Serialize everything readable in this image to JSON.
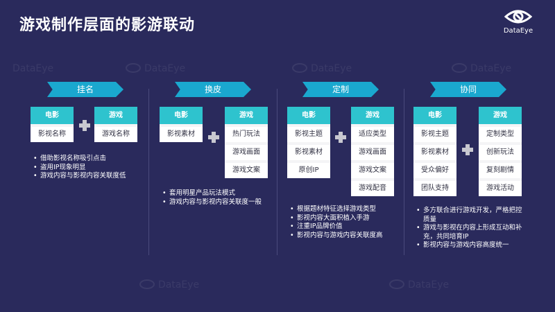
{
  "title": "游戏制作层面的影游联动",
  "brand": {
    "name": "DataEye"
  },
  "watermark": "DataEye",
  "columns": [
    {
      "label": "挂名",
      "left_box": {
        "header": "电影",
        "items": [
          "影视名称"
        ]
      },
      "right_box": {
        "header": "游戏",
        "items": [
          "游戏名称"
        ]
      },
      "bullets": [
        "借助影视名称吸引点击",
        "盗用IP现象明显",
        "游戏内容与影视内容关联度低"
      ]
    },
    {
      "label": "换皮",
      "left_box": {
        "header": "电影",
        "items": [
          "影视素材"
        ]
      },
      "right_box": {
        "header": "游戏",
        "items": [
          "热门玩法",
          "游戏画面",
          "游戏文案"
        ]
      },
      "bullets": [
        "套用明星产品玩法模式",
        "游戏内容与影视内容关联度一般"
      ]
    },
    {
      "label": "定制",
      "left_box": {
        "header": "电影",
        "items": [
          "影视主题",
          "影视素材",
          "原创IP"
        ]
      },
      "right_box": {
        "header": "游戏",
        "items": [
          "适应类型",
          "游戏画面",
          "游戏文案",
          "游戏配音"
        ]
      },
      "bullets": [
        "根据题材特征选择游戏类型",
        "影视内容大面积植入手游",
        "注重IP品牌价值",
        "影视内容与游戏内容关联度高"
      ]
    },
    {
      "label": "协同",
      "left_box": {
        "header": "电影",
        "items": [
          "影视主题",
          "影视素材",
          "受众偏好",
          "团队支持"
        ]
      },
      "right_box": {
        "header": "游戏",
        "items": [
          "定制类型",
          "创新玩法",
          "复刻剧情",
          "游戏活动"
        ]
      },
      "bullets": [
        "多方联合进行游戏开发，严格把控质量",
        "游戏与影视在内容上形成互动和补充，共同培育IP",
        "影视内容与游戏内容高度统一"
      ]
    }
  ]
}
